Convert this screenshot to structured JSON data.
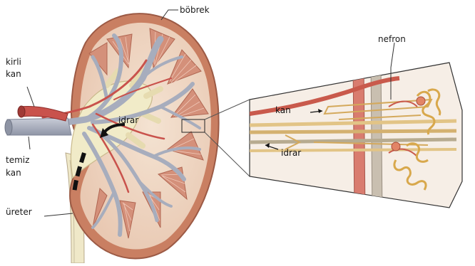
{
  "labels": {
    "kidney": "böbrek",
    "dirty_blood_1": "kirli",
    "dirty_blood_2": "kan",
    "clean_blood_1": "temiz",
    "clean_blood_2": "kan",
    "ureter": "üreter",
    "urine_kidney": "idrar",
    "nephron": "nefron",
    "blood_inset": "kan",
    "urine_inset": "idrar"
  },
  "colors": {
    "kidney_capsule": "#c97f62",
    "cortex": "#eed6c4",
    "pyramid": "#d4907a",
    "pelvis": "#f1ebc8",
    "vein": "#a7adbd",
    "artery": "#c9524c",
    "tubule": "#d8b168",
    "inset_bg": "#f6eee6"
  }
}
